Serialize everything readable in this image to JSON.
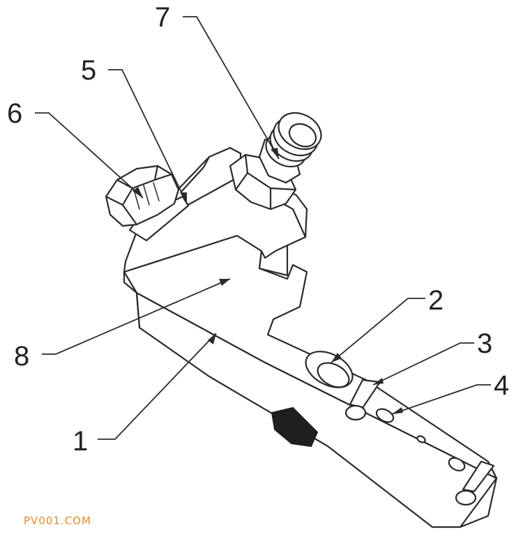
{
  "diagram": {
    "labels": [
      "1",
      "2",
      "3",
      "4",
      "5",
      "6",
      "7",
      "8"
    ]
  },
  "watermark": "PV001.COM"
}
